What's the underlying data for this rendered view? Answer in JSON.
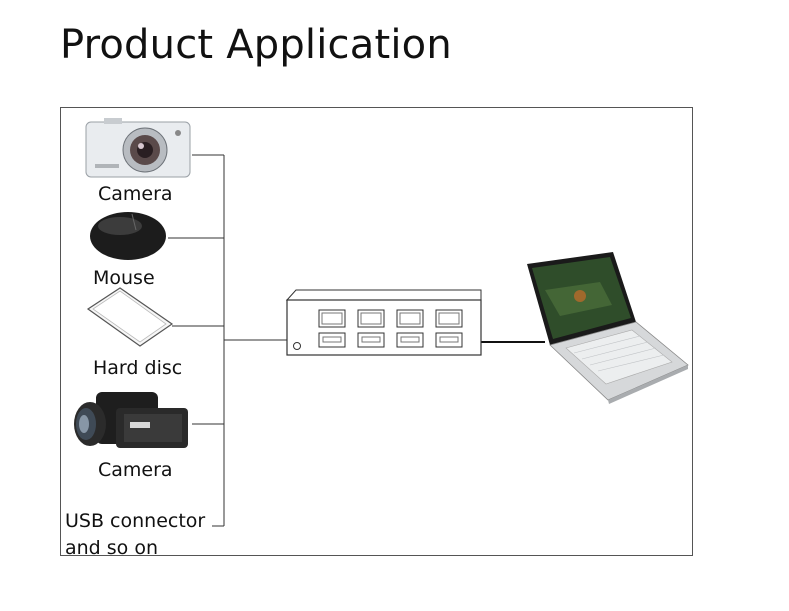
{
  "title": "Product Application",
  "devices": [
    {
      "label": "Camera",
      "icon": "camera-icon"
    },
    {
      "label": "Mouse",
      "icon": "mouse-icon"
    },
    {
      "label": "Hard disc",
      "icon": "hard-disc-icon"
    },
    {
      "label": "Camera",
      "icon": "camcorder-icon"
    }
  ],
  "footer": {
    "line1": "USB connector",
    "line2": "and so on"
  },
  "hub": {
    "icon": "usb-hub-icon"
  },
  "computer": {
    "icon": "laptop-icon"
  }
}
